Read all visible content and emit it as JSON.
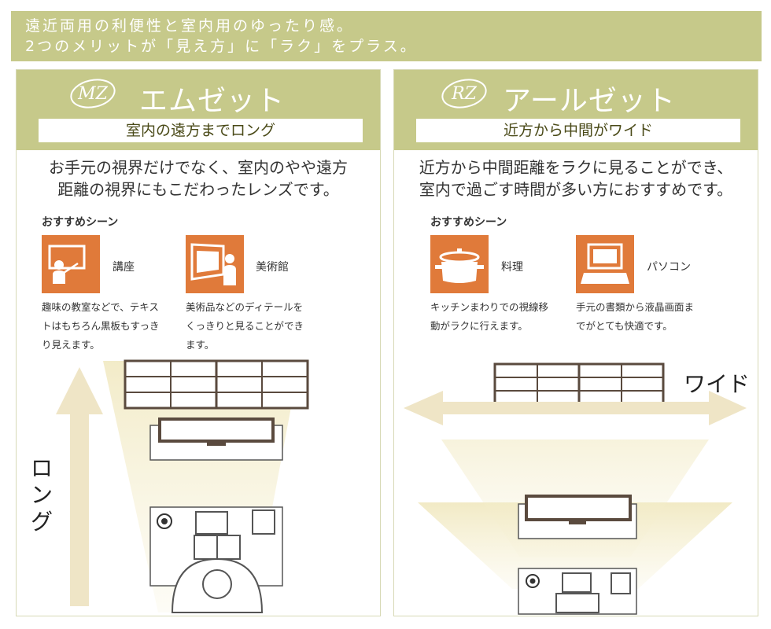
{
  "banner": {
    "line1": "遠近両用の利便性と室内用のゆったり感。",
    "line2": "2つのメリットが「見え方」に「ラク」をプラス。"
  },
  "panels": [
    {
      "logo": "MZ",
      "title": "エムゼット",
      "subtitle": "室内の遠方までロング",
      "description": "お手元の視界だけでなく、室内のやや遠方\n距離の視界にもこだわったレンズです。",
      "scenes_label": "おすすめシーン",
      "scenes": [
        {
          "icon": "lecture-icon",
          "name": "講座",
          "text": "趣味の教室などで、テキス\nトはもちろん黒板もすっき\nり見えます。"
        },
        {
          "icon": "museum-icon",
          "name": "美術館",
          "text": "美術品などのディテールを\nくっきりと見ることができ\nます。"
        }
      ],
      "direction_label": "ロング"
    },
    {
      "logo": "RZ",
      "title": "アールゼット",
      "subtitle": "近方から中間がワイド",
      "description": "近方から中間距離をラクに見ることができ、\n室内で過ごす時間が多い方におすすめです。",
      "scenes_label": "おすすめシーン",
      "scenes": [
        {
          "icon": "cooking-pot-icon",
          "name": "料理",
          "text": "キッチンまわりでの視線移\n動がラクに行えます。"
        },
        {
          "icon": "computer-icon",
          "name": "パソコン",
          "text": "手元の書類から液晶画面ま\nでがとても快適です。"
        }
      ],
      "direction_label": "ワイド"
    }
  ],
  "colors": {
    "header": "#c6c98a",
    "icon_bg": "#e07a3a",
    "arrow": "#ece3c3"
  }
}
